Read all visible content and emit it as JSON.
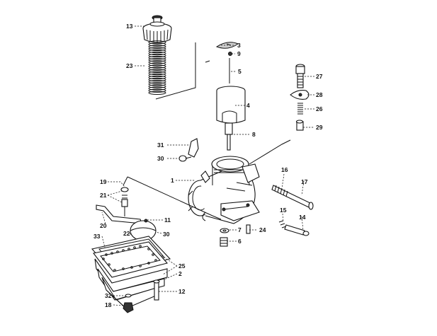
{
  "callouts": [
    {
      "id": "c13",
      "text": "13"
    },
    {
      "id": "c23",
      "text": "23"
    },
    {
      "id": "c3",
      "text": "3"
    },
    {
      "id": "c9",
      "text": "9"
    },
    {
      "id": "c5",
      "text": "5"
    },
    {
      "id": "c4",
      "text": "4"
    },
    {
      "id": "c8",
      "text": "8"
    },
    {
      "id": "c27",
      "text": "27"
    },
    {
      "id": "c28",
      "text": "28"
    },
    {
      "id": "c26",
      "text": "26"
    },
    {
      "id": "c29",
      "text": "29"
    },
    {
      "id": "c31",
      "text": "31"
    },
    {
      "id": "c30a",
      "text": "30"
    },
    {
      "id": "c1",
      "text": "1"
    },
    {
      "id": "c16",
      "text": "16"
    },
    {
      "id": "c17",
      "text": "17"
    },
    {
      "id": "c19",
      "text": "19"
    },
    {
      "id": "c21",
      "text": "21"
    },
    {
      "id": "c20",
      "text": "20"
    },
    {
      "id": "c11",
      "text": "11"
    },
    {
      "id": "c22",
      "text": "22"
    },
    {
      "id": "c30b",
      "text": "30"
    },
    {
      "id": "c15",
      "text": "15"
    },
    {
      "id": "c14",
      "text": "14"
    },
    {
      "id": "c7",
      "text": "7"
    },
    {
      "id": "c24",
      "text": "24"
    },
    {
      "id": "c6",
      "text": "6"
    },
    {
      "id": "c33",
      "text": "33"
    },
    {
      "id": "c25",
      "text": "25"
    },
    {
      "id": "c2",
      "text": "2"
    },
    {
      "id": "c12",
      "text": "12"
    },
    {
      "id": "c32",
      "text": "32"
    },
    {
      "id": "c18",
      "text": "18"
    }
  ]
}
